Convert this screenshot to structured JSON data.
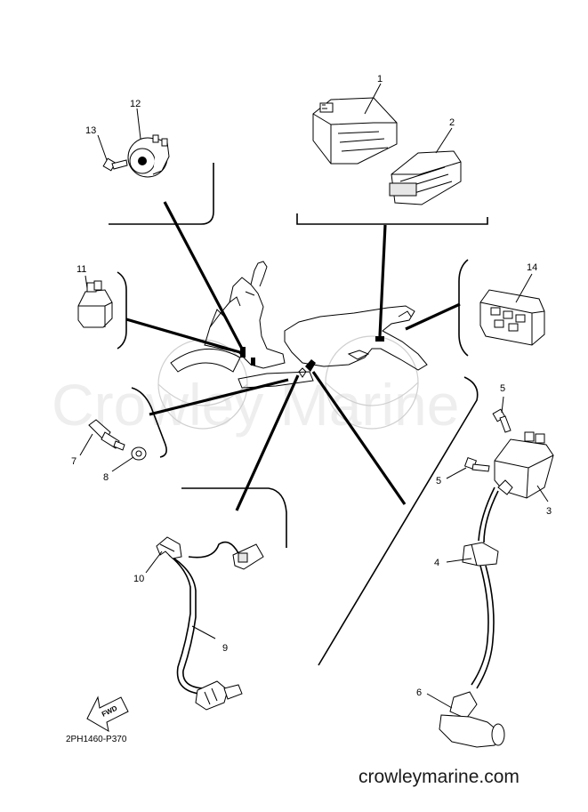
{
  "diagram": {
    "watermark": "Crowley Marine",
    "website": "crowleymarine.com",
    "diagram_code": "2PH1460-P370",
    "fwd_label": "FWD",
    "callouts": {
      "c1": "1",
      "c2": "2",
      "c3": "3",
      "c4": "4",
      "c5a": "5",
      "c5b": "5",
      "c6": "6",
      "c7": "7",
      "c8": "8",
      "c9": "9",
      "c10": "10",
      "c11": "11",
      "c12": "12",
      "c13": "13",
      "c14": "14"
    }
  }
}
